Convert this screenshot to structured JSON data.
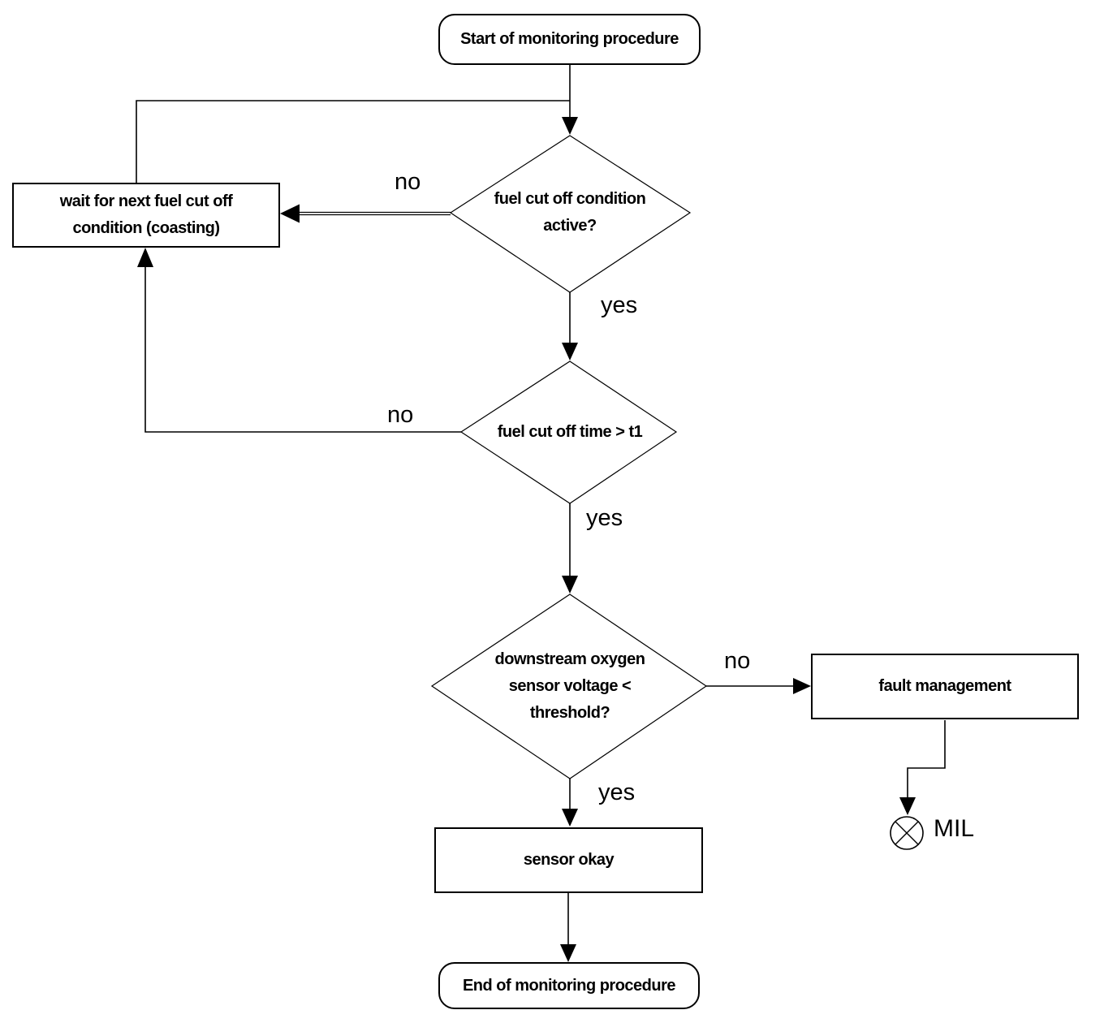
{
  "diagram": {
    "type": "flowchart",
    "background_color": "#ffffff",
    "line_color": "#000000",
    "text_color": "#000000",
    "nodes": {
      "start": {
        "label": "Start of monitoring procedure",
        "shape": "terminator"
      },
      "fuel_cut_off_active": {
        "label": "fuel cut off condition active?",
        "shape": "decision"
      },
      "wait": {
        "label": "wait for next fuel cut off condition (coasting)",
        "shape": "process"
      },
      "fuel_cut_off_time": {
        "label": "fuel cut off time > t1",
        "shape": "decision"
      },
      "oxygen_sensor_voltage": {
        "label": "downstream oxygen sensor voltage < threshold?",
        "shape": "decision"
      },
      "fault_management": {
        "label": "fault management",
        "shape": "process"
      },
      "sensor_okay": {
        "label": "sensor okay",
        "shape": "process"
      },
      "end": {
        "label": "End of monitoring procedure",
        "shape": "terminator"
      }
    },
    "branch_labels": {
      "fuel_cut_off_active_no": "no",
      "fuel_cut_off_active_yes": "yes",
      "fuel_cut_off_time_no": "no",
      "fuel_cut_off_time_yes": "yes",
      "oxygen_sensor_voltage_no": "no",
      "oxygen_sensor_voltage_yes": "yes"
    },
    "mil": {
      "label": "MIL",
      "icon": "indicator-lamp-icon"
    }
  }
}
